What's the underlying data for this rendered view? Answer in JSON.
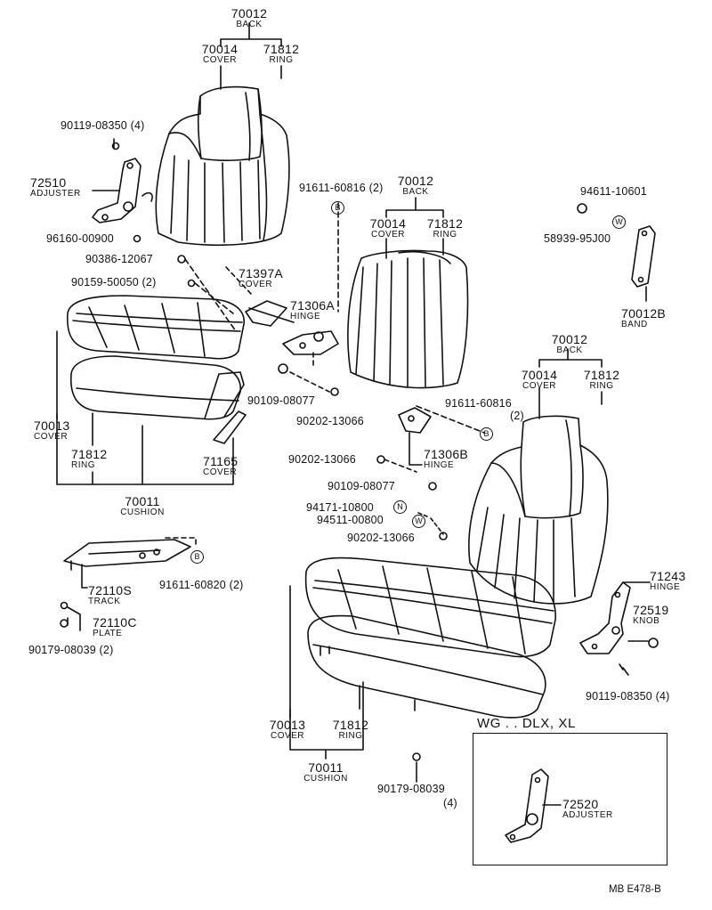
{
  "labels": {
    "back_top": {
      "pn": "70012",
      "nm": "BACK"
    },
    "cover_top": {
      "pn": "70014",
      "nm": "COVER"
    },
    "ring_top": {
      "pn": "71812",
      "nm": "RING"
    },
    "bolt_a": "90119-08350 (4)",
    "adjuster_l": {
      "pn": "72510",
      "nm": "ADJUSTER"
    },
    "screw_l": "96160-00900",
    "nut_a": "90386-12067",
    "clip_a": "90159-50050 (2)",
    "cover_397": {
      "pn": "71397A",
      "nm": "COVER"
    },
    "hinge_306a": {
      "pn": "71306A",
      "nm": "HINGE"
    },
    "bolt_b": "90109-08077",
    "washer_a": "90202-13066",
    "cover_fl": {
      "pn": "70013",
      "nm": "COVER"
    },
    "ring_fl": {
      "pn": "71812",
      "nm": "RING"
    },
    "cover_165": {
      "pn": "71165",
      "nm": "COVER"
    },
    "cushion_l": {
      "pn": "70011",
      "nm": "CUSHION"
    },
    "screw_mid": "91611-60816 (2)",
    "back_mid": {
      "pn": "70012",
      "nm": "BACK"
    },
    "cover_mid": {
      "pn": "70014",
      "nm": "COVER"
    },
    "ring_mid": {
      "pn": "71812",
      "nm": "RING"
    },
    "bolt_tr": "94611-10601",
    "part_tr": "58939-95J00",
    "band": {
      "pn": "70012B",
      "nm": "BAND"
    },
    "back_r": {
      "pn": "70012",
      "nm": "BACK"
    },
    "cover_r": {
      "pn": "70014",
      "nm": "COVER"
    },
    "ring_r": {
      "pn": "71812",
      "nm": "RING"
    },
    "screw_r": "91611-60816",
    "screw_r_qty": "(2)",
    "hinge_306b": {
      "pn": "71306B",
      "nm": "HINGE"
    },
    "washer_b": "90202-13066",
    "bolt_c": "90109-08077",
    "nut_n": "94171-10800",
    "washer_w": "94511-00800",
    "washer_c": "90202-13066",
    "track": {
      "pn": "72110S",
      "nm": "TRACK"
    },
    "plate": {
      "pn": "72110C",
      "nm": "PLATE"
    },
    "clip_b": "90179-08039 (2)",
    "screw_track": "91611-60820 (2)",
    "hinge_243": {
      "pn": "71243",
      "nm": "HINGE"
    },
    "knob": {
      "pn": "72519",
      "nm": "KNOB"
    },
    "bolt_d": "90119-08350 (4)",
    "cover_br": {
      "pn": "70013",
      "nm": "COVER"
    },
    "ring_br": {
      "pn": "71812",
      "nm": "RING"
    },
    "cushion_br": {
      "pn": "70011",
      "nm": "CUSHION"
    },
    "clip_c": "90179-08039",
    "clip_c_qty": "(4)",
    "inset_title": "WG . . DLX, XL",
    "adjuster_r": {
      "pn": "72520",
      "nm": "ADJUSTER"
    },
    "footer": "MB  E478-B"
  },
  "markers": {
    "b": "B",
    "w": "W",
    "n": "N"
  }
}
